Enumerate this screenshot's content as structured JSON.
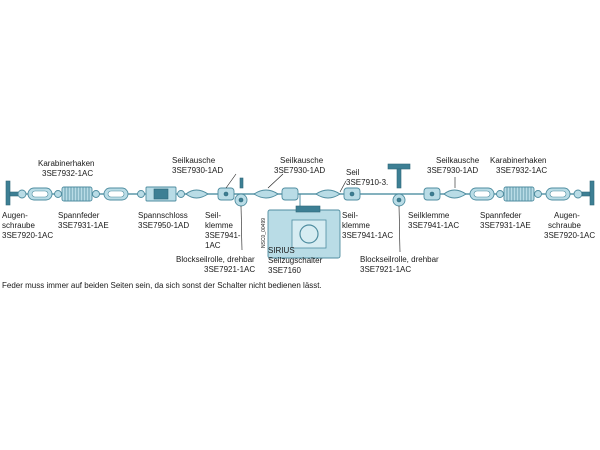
{
  "labels": {
    "augenschraube_left": [
      "Augen-",
      "schraube",
      "3SE7920-1AC"
    ],
    "karabinerhaken_left": [
      "Karabinerhaken",
      "3SE7932-1AC"
    ],
    "spannfeder_left": [
      "Spannfeder",
      "3SE7931-1AE"
    ],
    "spannschloss": [
      "Spannschloss",
      "3SE7950-1AD"
    ],
    "seilkausche_1": [
      "Seilkausche",
      "3SE7930-1AD"
    ],
    "seilklemme_left": [
      "Seil-",
      "klemme",
      "3SE7941-",
      "1AC"
    ],
    "blockseilrolle_left": [
      "Blockseilrolle, drehbar",
      "3SE7921-1AC"
    ],
    "seilkausche_2": [
      "Seilkausche",
      "3SE7930-1AD"
    ],
    "switch_code": "NSC0_00499",
    "sirius": [
      "SIRIUS",
      "Seilzugschalter",
      "3SE7160"
    ],
    "seil": [
      "Seil",
      "3SE7910-3."
    ],
    "seilklemme_mid": [
      "Seil-",
      "klemme",
      "3SE7941-1AC"
    ],
    "blockseilrolle_right": [
      "Blockseilrolle, drehbar",
      "3SE7921-1AC"
    ],
    "seilkausche_3": [
      "Seilkausche",
      "3SE7930-1AD"
    ],
    "seilklemme_right": [
      "Seilklemme",
      "3SE7941-1AC"
    ],
    "karabinerhaken_right": [
      "Karabinerhaken",
      "3SE7932-1AC"
    ],
    "spannfeder_right": [
      "Spannfeder",
      "3SE7931-1AE"
    ],
    "augenschraube_right": [
      "Augen-",
      "schraube",
      "3SE7920-1AC"
    ]
  },
  "note": "Feder muss immer auf beiden Seiten sein, da sich sonst der Schalter nicht bedienen lässt.",
  "colors": {
    "part_fill": "#b9dce6",
    "part_stroke": "#4f8da0",
    "dark_part": "#3d7f94",
    "text": "#1a1a1a"
  }
}
